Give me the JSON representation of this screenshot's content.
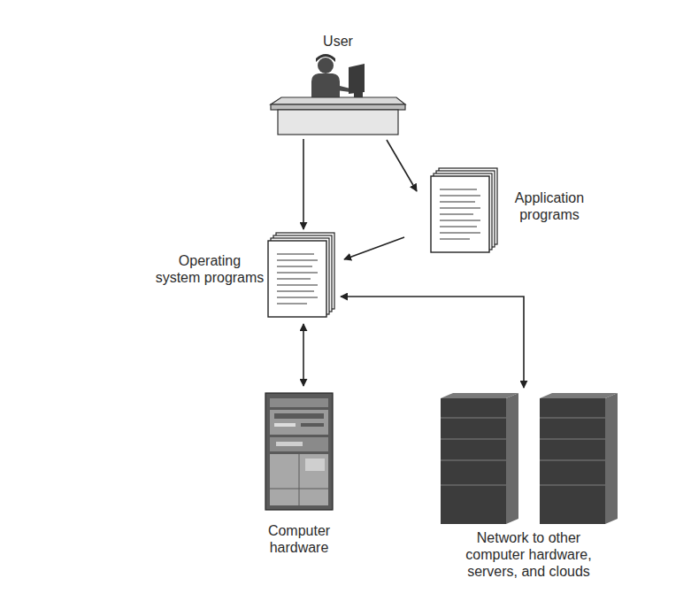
{
  "diagram": {
    "nodes": [
      {
        "text": [
          "User"
        ]
      },
      {
        "text": [
          "Application programs"
        ]
      },
      {
        "text": [
          "Operating system programs"
        ]
      },
      {
        "text": [
          "Computer hardware"
        ]
      },
      {
        "text": [
          "Network to other computer hardware, servers, and clouds"
        ]
      }
    ],
    "edges": [
      {
        "from": 0,
        "to": 2,
        "arrow": "to"
      },
      {
        "from": 0,
        "to": 1,
        "arrow": "to"
      },
      {
        "from": 1,
        "to": 2,
        "arrow": "to"
      },
      {
        "from": 2,
        "to": 3,
        "arrow": "both"
      },
      {
        "from": 2,
        "to": 4,
        "arrow": "both"
      }
    ]
  }
}
